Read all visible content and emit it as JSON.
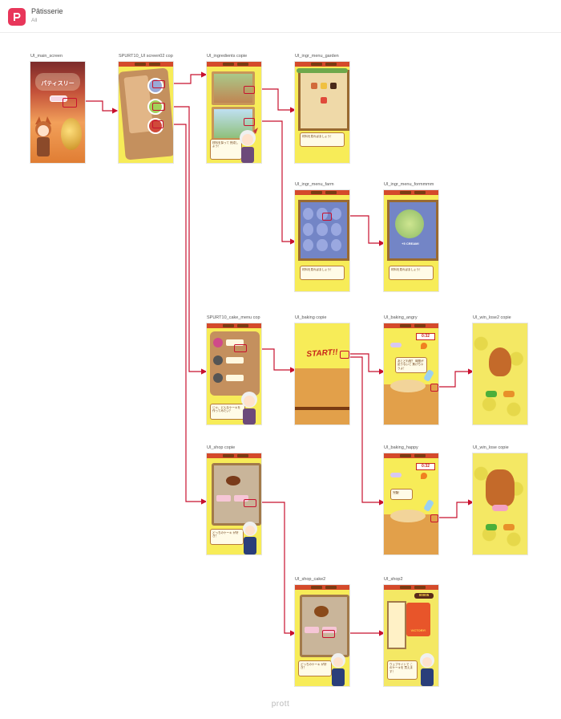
{
  "project": {
    "title": "Pâtisserie",
    "subtitle": "All"
  },
  "footer": {
    "brand": "prott"
  },
  "colors": {
    "accent": "#e8365a",
    "link": "#c8102e",
    "yellow": "#f7ec58",
    "brown": "#b77a3b"
  },
  "screens": {
    "main": {
      "label": "UI_main_screen",
      "logo_text": "パティスリー"
    },
    "menu": {
      "label": "SPURT10_UI screen02 cop"
    },
    "ingredients": {
      "label": "UI_ingredients copie",
      "dialog": "材料を探って 完成しよう！"
    },
    "garden": {
      "label": "UI_ingr_menu_garden",
      "dialog": "材料を見ればましょう！"
    },
    "farm": {
      "label": "UI_ingr_menu_farm",
      "dialog": "材料を見ればましょう！"
    },
    "farmmm": {
      "label": "UI_ingr_menu_formmmm",
      "dialog": "材料を見ればましょう！",
      "bubble": "+5 CREAM!"
    },
    "cake_menu": {
      "label": "SPURT10_cake_menu cop",
      "dialog": "じゃ、どんなケーキを 作ってみたい？"
    },
    "baking": {
      "label": "UI_baking copie",
      "start": "START!!"
    },
    "baking_angry": {
      "label": "UI_baking_angry",
      "timer": "0:32",
      "dialog": "あとどれ程？ 時間が足りないと 焦げちゃうよ！"
    },
    "win_lose2": {
      "label": "UI_win_lose2 copie"
    },
    "shop": {
      "label": "UI_shop copie",
      "dialog": "どっちのケーキ が好き？"
    },
    "baking_happy": {
      "label": "UI_baking_happy",
      "timer": "0:32",
      "dialog": "完璧！"
    },
    "win_lose": {
      "label": "UI_win_lose copie"
    },
    "shop_cake2": {
      "label": "UI_shop_cake2",
      "dialog": "どっちのケーキ が好き？"
    },
    "shop2": {
      "label": "UI_shop2",
      "coins": "00005",
      "banner": "VICTORY!",
      "dialog": "ウェブサイトで このケーキを 買えます！"
    }
  }
}
